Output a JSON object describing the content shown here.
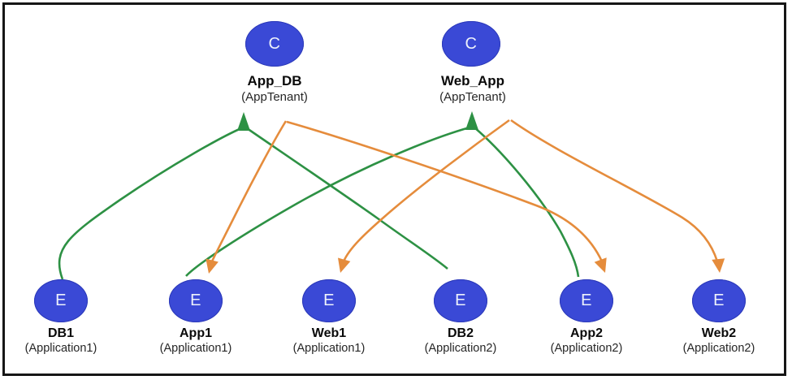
{
  "palette": {
    "node_fill": "#3a49d6",
    "node_letter": "#edf1fb",
    "provider_edge_green": "#2d9144",
    "consumer_edge_orange": "#e58c3c",
    "label_text": "#111111",
    "frame_border": "#161616"
  },
  "contracts": [
    {
      "badge": "C",
      "name": "App_DB",
      "tenant": "(AppTenant)"
    },
    {
      "badge": "C",
      "name": "Web_App",
      "tenant": "(AppTenant)"
    }
  ],
  "endpoints": [
    {
      "badge": "E",
      "name": "DB1",
      "application": "(Application1)"
    },
    {
      "badge": "E",
      "name": "App1",
      "application": "(Application1)"
    },
    {
      "badge": "E",
      "name": "Web1",
      "application": "(Application1)"
    },
    {
      "badge": "E",
      "name": "DB2",
      "application": "(Application2)"
    },
    {
      "badge": "E",
      "name": "App2",
      "application": "(Application2)"
    },
    {
      "badge": "E",
      "name": "Web2",
      "application": "(Application2)"
    }
  ],
  "edges": {
    "provider_arrows_point_to_contract": [
      {
        "from": "DB1",
        "to": "App_DB"
      },
      {
        "from": "DB2",
        "to": "App_DB"
      },
      {
        "from": "App1",
        "to": "Web_App"
      },
      {
        "from": "App2",
        "to": "Web_App"
      }
    ],
    "consumer_arrows_point_to_endpoint": [
      {
        "from": "App_DB",
        "to": "App1"
      },
      {
        "from": "App_DB",
        "to": "App2"
      },
      {
        "from": "Web_App",
        "to": "Web1"
      },
      {
        "from": "Web_App",
        "to": "Web2"
      }
    ]
  }
}
